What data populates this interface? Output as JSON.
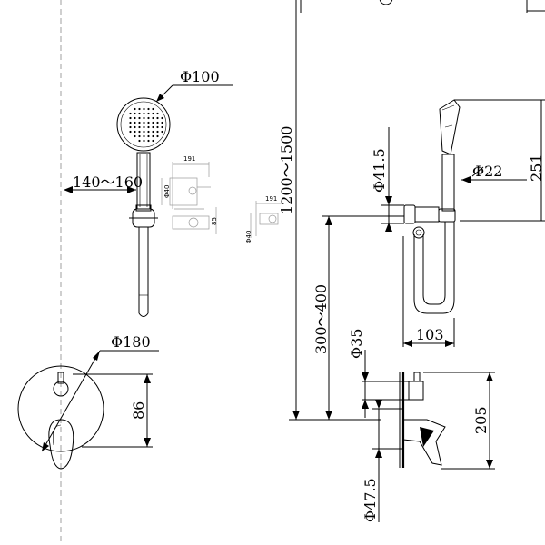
{
  "dimensions": {
    "head_diameter": "Φ100",
    "wall_distance": "140～160",
    "holder_length_top": "191",
    "holder_diameter": "Φ40",
    "holder_height": "85",
    "holder_length_2": "191",
    "holder_diameter_2": "Φ40",
    "install_height": "1200～1500",
    "elbow_diameter": "Φ41.5",
    "handle_diameter": "Φ22",
    "slide_length": "251",
    "elbow_height": "300～400",
    "hose_width": "103",
    "plate_diameter": "Φ180",
    "handle_offset": "86",
    "knob_diameter": "Φ35",
    "depth": "205",
    "body_diameter": "Φ47.5"
  }
}
